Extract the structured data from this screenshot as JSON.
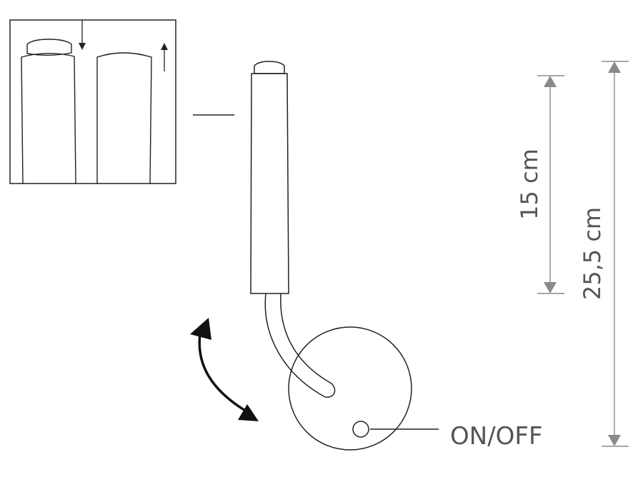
{
  "labels": {
    "switch": "ON/OFF",
    "dim_shade": "15 cm",
    "dim_total": "25,5 cm"
  },
  "colors": {
    "line": "#222222",
    "dimension": "#8a8a8a",
    "text": "#555555",
    "arrow": "#111111"
  }
}
